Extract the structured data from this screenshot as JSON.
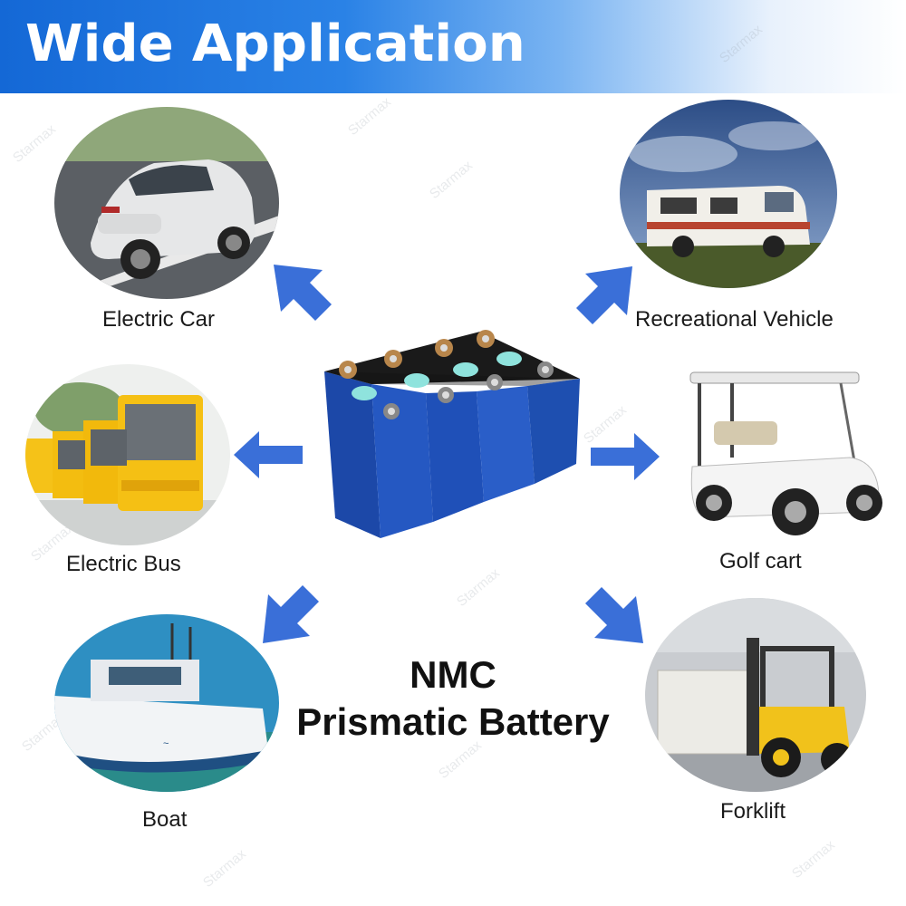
{
  "header": {
    "title": "Wide Application"
  },
  "watermark": "Starmax",
  "product": {
    "line1": "NMC",
    "line2": "Prismatic Battery"
  },
  "applications": {
    "electric_car": "Electric Car",
    "recreational_vehicle": "Recreational Vehicle",
    "electric_bus": "Electric Bus",
    "golf_cart": "Golf cart",
    "boat": "Boat",
    "forklift": "Forklift"
  },
  "colors": {
    "banner_blue": "#1468d6",
    "arrow_blue": "#3a6fd8",
    "cell_blue": "#1e4fb0"
  }
}
